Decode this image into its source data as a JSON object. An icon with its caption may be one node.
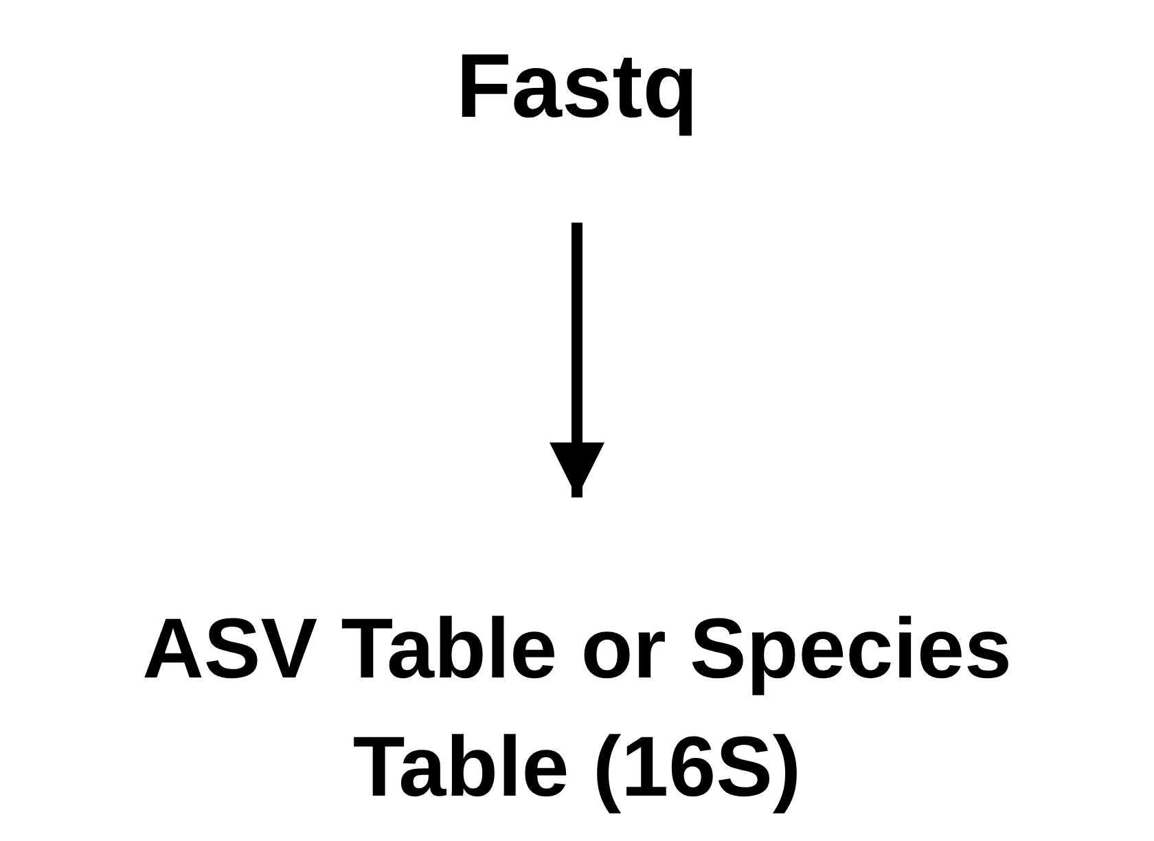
{
  "diagram": {
    "nodes": [
      {
        "text": [
          "Fastq"
        ]
      },
      {
        "text": [
          "ASV Table or Species Table (16S)"
        ]
      }
    ],
    "edges": [
      {
        "from": 0,
        "to": 1,
        "arrow": "to"
      }
    ]
  }
}
